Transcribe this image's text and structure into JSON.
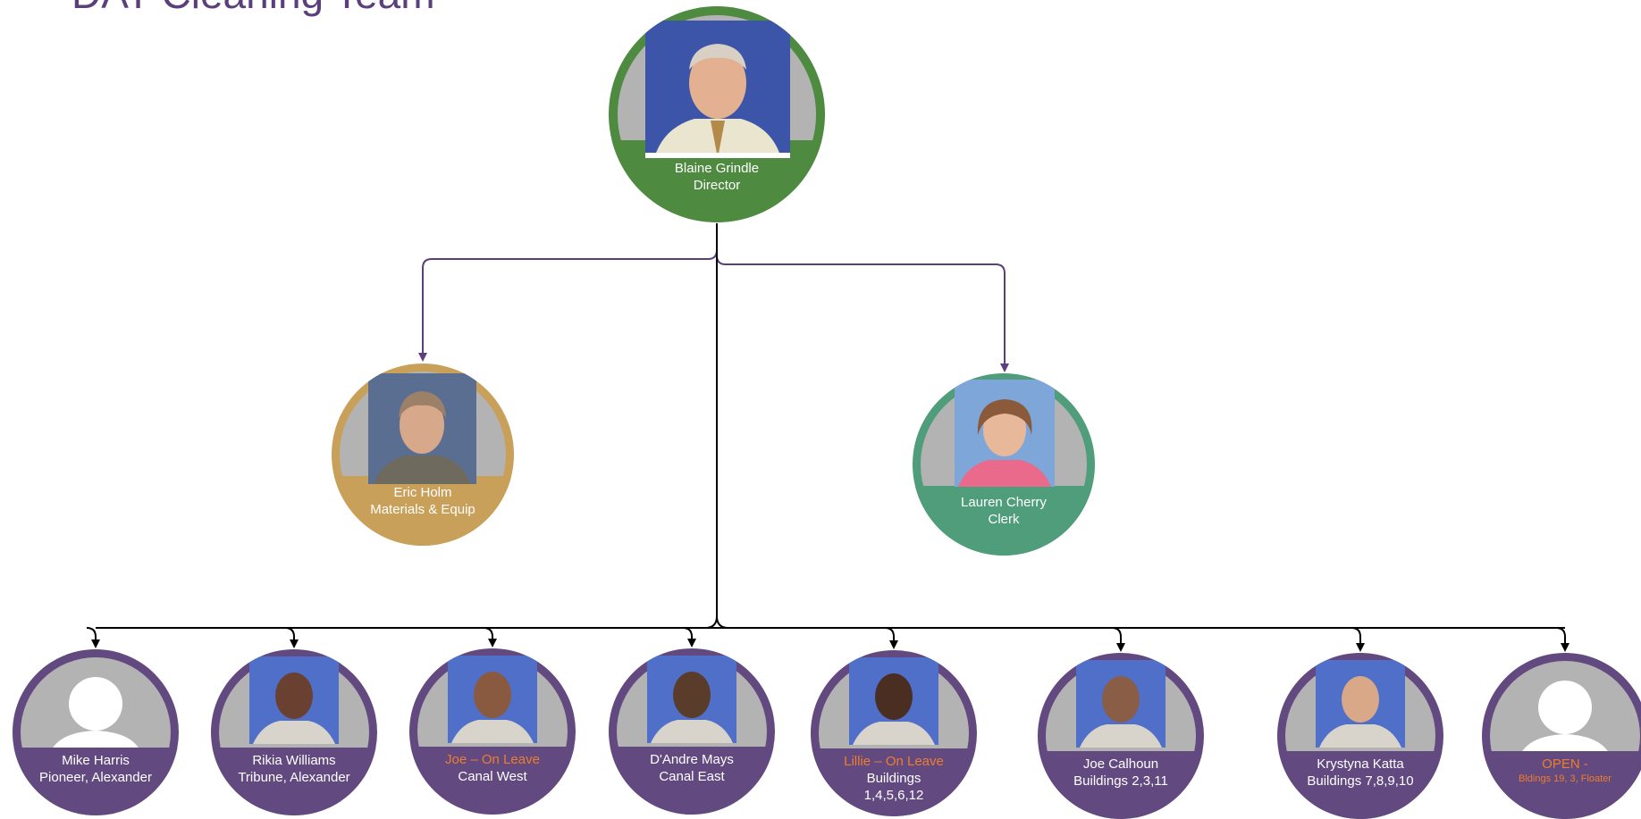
{
  "title": "DAT Cleaning Team",
  "colors": {
    "director": "#4e8a3f",
    "materials": "#c8a05a",
    "clerk": "#4f9d7b",
    "staff": "#62497f",
    "connector_purple": "#5b3f7d",
    "connector_black": "#000000",
    "alert_text": "#ee7d2d"
  },
  "director": {
    "name": "Blaine Grindle",
    "role": "Director"
  },
  "materials": {
    "name": "Eric Holm",
    "role": "Materials & Equip"
  },
  "clerk": {
    "name": "Lauren Cherry",
    "role": "Clerk"
  },
  "staff": [
    {
      "name": "Mike Harris",
      "role": "Pioneer, Alexander",
      "photo": "placeholder"
    },
    {
      "name": "Rikia Williams",
      "role": "Tribune, Alexander",
      "photo": "photo"
    },
    {
      "name": "Joe – On Leave",
      "role": "Canal West",
      "photo": "photo",
      "alert": true
    },
    {
      "name": "D'Andre Mays",
      "role": "Canal East",
      "photo": "photo"
    },
    {
      "name": "Lillie – On Leave",
      "role": "Buildings",
      "role2": "1,4,5,6,12",
      "photo": "photo",
      "alert": true
    },
    {
      "name": "Joe Calhoun",
      "role": "Buildings 2,3,11",
      "photo": "photo"
    },
    {
      "name": "Krystyna Katta",
      "role": "Buildings 7,8,9,10",
      "photo": "photo"
    },
    {
      "name": "OPEN -",
      "role": "Bldings 19, 3, Floater",
      "photo": "placeholder",
      "alert": true,
      "small_role": true
    }
  ]
}
